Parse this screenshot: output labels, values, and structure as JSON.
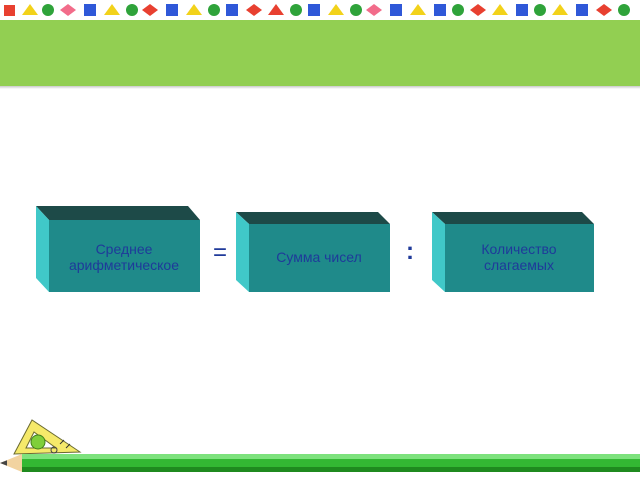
{
  "diagram": {
    "left_box": "Среднее\nарифметическое",
    "middle_box": "Сумма чисел",
    "right_box": "Количество\nслагаемых",
    "equals_operator": "=",
    "divide_operator": ":"
  },
  "colors": {
    "banner_green": "#92cf52",
    "box_front": "#1f8a8a",
    "box_top": "#1d4a48",
    "box_side": "#40c8c8",
    "label_blue": "#1f3a9a"
  },
  "icons": {
    "decor_strip": "colored-shapes-strip",
    "corner": "ruler-triangle-icon",
    "bottom": "pencil-bar"
  }
}
